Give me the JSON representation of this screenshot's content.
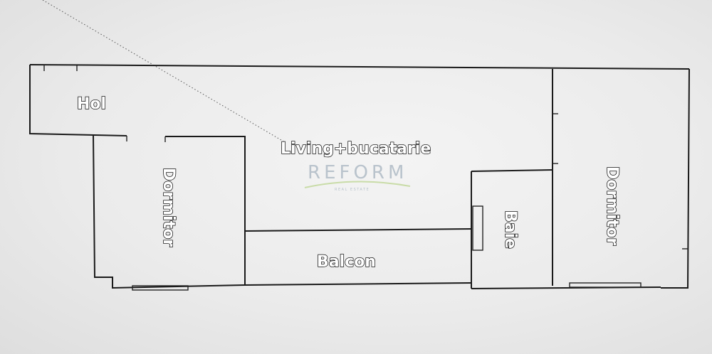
{
  "rooms": {
    "hol": "Hol",
    "living": "Living+bucatarie",
    "dormitor_left": "Dormitor",
    "balcon": "Balcon",
    "baie": "Baie",
    "dormitor_right": "Dormitor"
  },
  "watermark": {
    "brand": "REFORM",
    "tagline": "REAL ESTATE"
  }
}
